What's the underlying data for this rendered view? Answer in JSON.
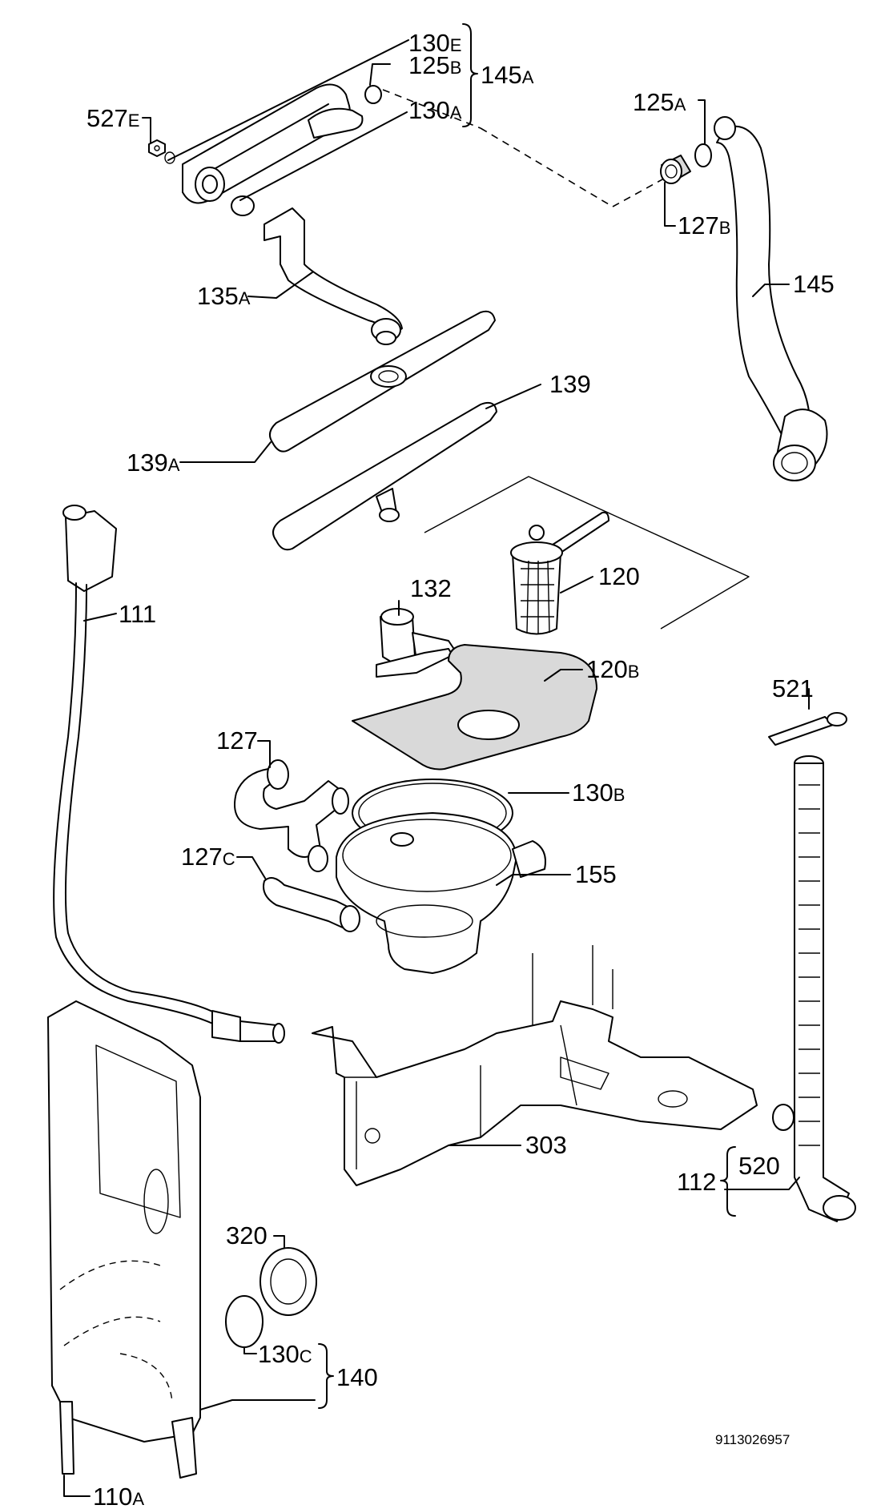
{
  "labels": {
    "l130e": {
      "num": "130",
      "suffix": "E"
    },
    "l125b": {
      "num": "125",
      "suffix": "B"
    },
    "l130a": {
      "num": "130",
      "suffix": "A"
    },
    "l145a": {
      "num": "145",
      "suffix": "A"
    },
    "l527e": {
      "num": "527",
      "suffix": "E"
    },
    "l125a": {
      "num": "125",
      "suffix": "A"
    },
    "l127b": {
      "num": "127",
      "suffix": "B"
    },
    "l135a": {
      "num": "135",
      "suffix": "A"
    },
    "l145": {
      "num": "145",
      "suffix": ""
    },
    "l139": {
      "num": "139",
      "suffix": ""
    },
    "l139a": {
      "num": "139",
      "suffix": "A"
    },
    "l111": {
      "num": "111",
      "suffix": ""
    },
    "l120": {
      "num": "120",
      "suffix": ""
    },
    "l132": {
      "num": "132",
      "suffix": ""
    },
    "l120b": {
      "num": "120",
      "suffix": "B"
    },
    "l521": {
      "num": "521",
      "suffix": ""
    },
    "l127": {
      "num": "127",
      "suffix": ""
    },
    "l130b": {
      "num": "130",
      "suffix": "B"
    },
    "l127c": {
      "num": "127",
      "suffix": "C"
    },
    "l155": {
      "num": "155",
      "suffix": ""
    },
    "l303": {
      "num": "303",
      "suffix": ""
    },
    "l112": {
      "num": "112",
      "suffix": ""
    },
    "l520": {
      "num": "520",
      "suffix": ""
    },
    "l320": {
      "num": "320",
      "suffix": ""
    },
    "l130c": {
      "num": "130",
      "suffix": "C"
    },
    "l140": {
      "num": "140",
      "suffix": ""
    },
    "l110a": {
      "num": "110",
      "suffix": "A"
    }
  },
  "drawing_code": "9113026957"
}
